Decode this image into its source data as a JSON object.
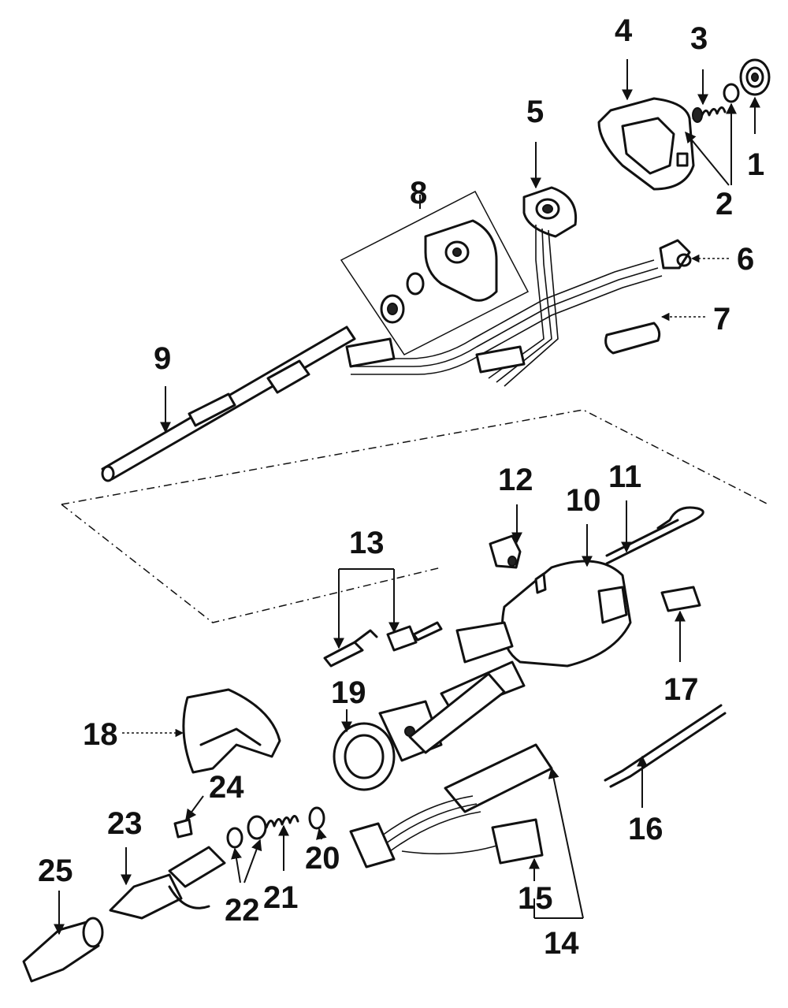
{
  "diagram": {
    "callouts": [
      {
        "id": "1",
        "text": "1"
      },
      {
        "id": "2",
        "text": "2"
      },
      {
        "id": "3",
        "text": "3"
      },
      {
        "id": "4",
        "text": "4"
      },
      {
        "id": "5",
        "text": "5"
      },
      {
        "id": "6",
        "text": "6"
      },
      {
        "id": "7",
        "text": "7"
      },
      {
        "id": "8",
        "text": "8"
      },
      {
        "id": "9",
        "text": "9"
      },
      {
        "id": "10",
        "text": "10"
      },
      {
        "id": "11",
        "text": "11"
      },
      {
        "id": "12",
        "text": "12"
      },
      {
        "id": "13",
        "text": "13"
      },
      {
        "id": "14",
        "text": "14"
      },
      {
        "id": "15",
        "text": "15"
      },
      {
        "id": "16",
        "text": "16"
      },
      {
        "id": "17",
        "text": "17"
      },
      {
        "id": "18",
        "text": "18"
      },
      {
        "id": "19",
        "text": "19"
      },
      {
        "id": "20",
        "text": "20"
      },
      {
        "id": "21",
        "text": "21"
      },
      {
        "id": "22",
        "text": "22"
      },
      {
        "id": "23",
        "text": "23"
      },
      {
        "id": "24",
        "text": "24"
      },
      {
        "id": "25",
        "text": "25"
      }
    ]
  }
}
